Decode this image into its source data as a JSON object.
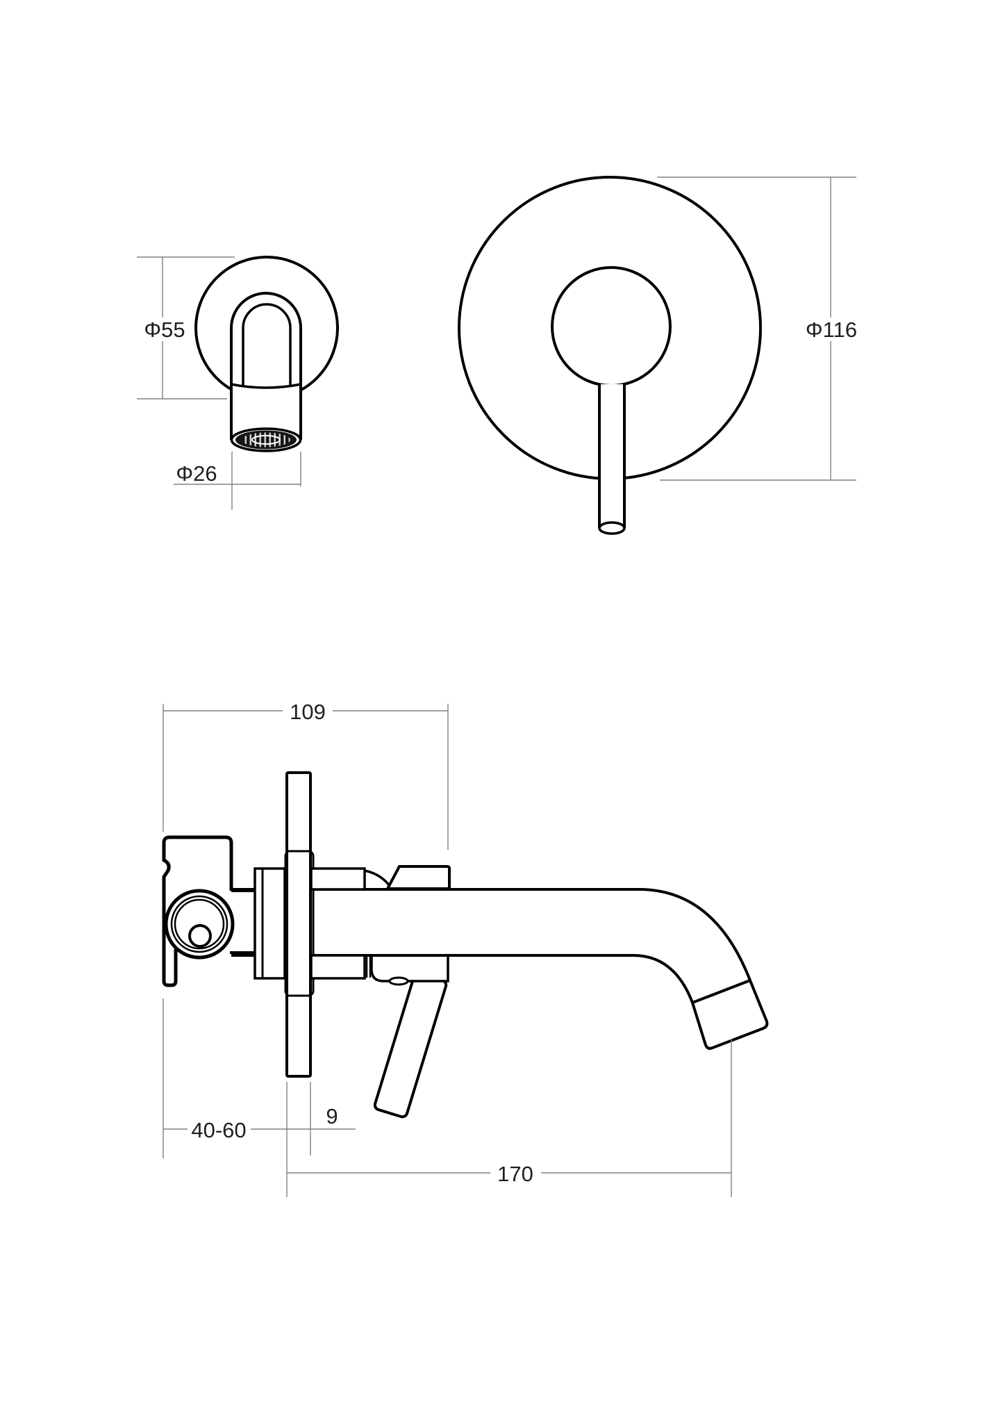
{
  "drawing": {
    "background_color": "#ffffff",
    "ink_color": "#000000",
    "dim_line_color": "#808080",
    "label_color": "#1f1f1f"
  },
  "views": {
    "spout_front": {
      "flange_diameter_label": "Φ55",
      "spout_tip_diameter_label": "Φ26"
    },
    "mixer_plate_front": {
      "plate_diameter_label": "Φ116"
    },
    "side_profile": {
      "body_width_label": "109",
      "wall_depth_range_label": "40-60",
      "plate_thickness_label": "9",
      "spout_reach_label": "170"
    }
  }
}
